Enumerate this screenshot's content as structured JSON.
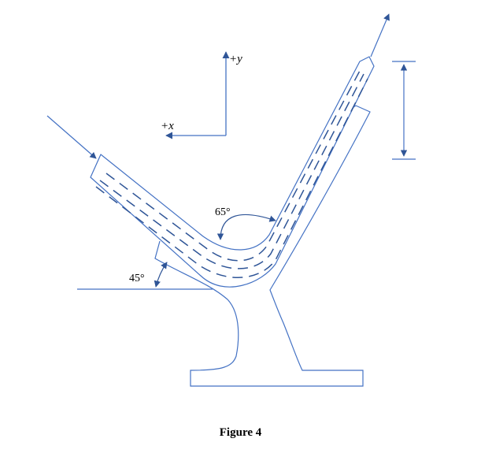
{
  "axes": {
    "plus_y": "+y",
    "plus_x": "+x"
  },
  "angles": {
    "bend": "65°",
    "incline": "45°"
  },
  "caption": "Figure 4",
  "colors": {
    "line": "#4472c4",
    "arrow": "#2f5597",
    "text": "#000000"
  }
}
